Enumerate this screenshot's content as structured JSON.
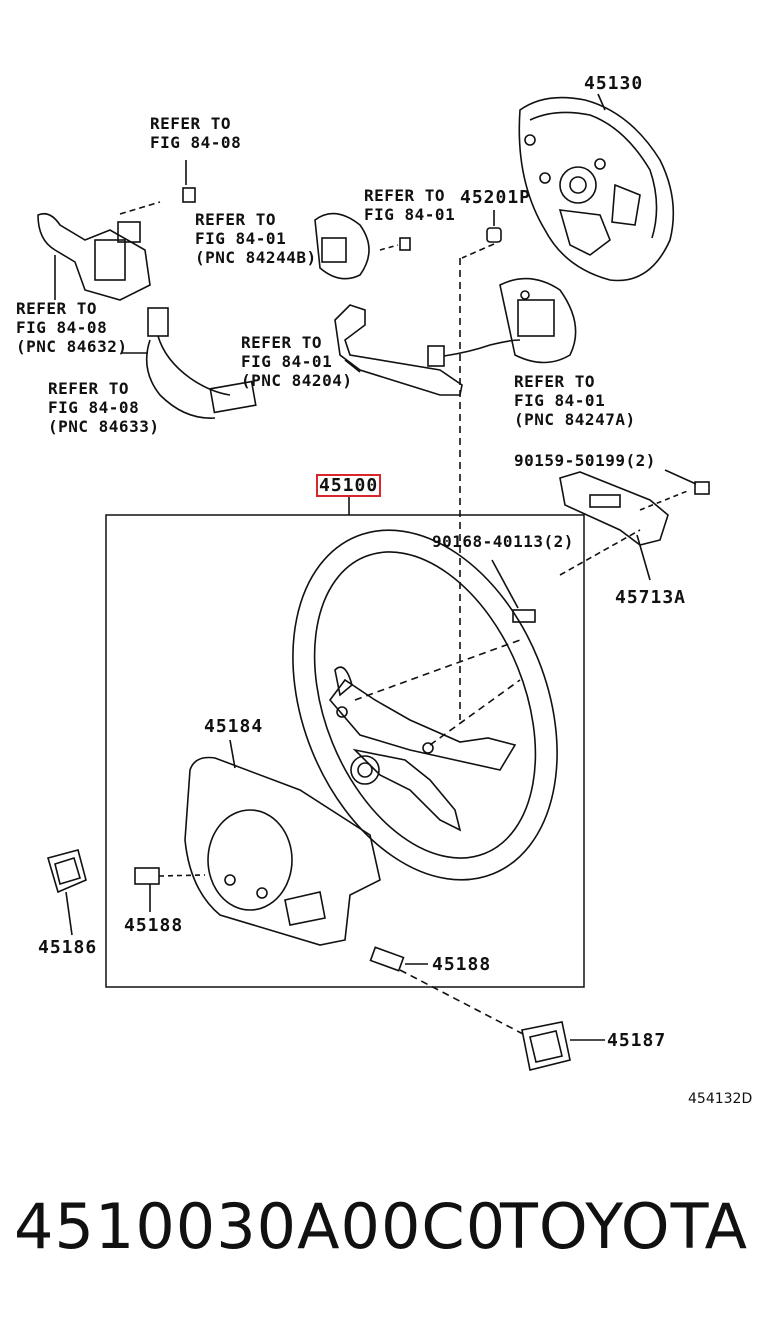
{
  "callouts": {
    "p45130": "45130",
    "p45201p": "45201P",
    "p45100": "45100",
    "p90159": "90159-50199(2)",
    "p90168": "90168-40113(2)",
    "p45713a": "45713A",
    "p45184": "45184",
    "p45188a": "45188",
    "p45188b": "45188",
    "p45186": "45186",
    "p45187": "45187"
  },
  "references": {
    "r1": [
      "REFER TO",
      "FIG 84-08"
    ],
    "r2": [
      "REFER TO",
      "FIG 84-01",
      "(PNC 84244B)"
    ],
    "r3": [
      "REFER TO",
      "FIG 84-01"
    ],
    "r4": [
      "REFER TO",
      "FIG 84-08",
      "(PNC 84632)"
    ],
    "r5": [
      "REFER TO",
      "FIG 84-01",
      "(PNC 84204)"
    ],
    "r6": [
      "REFER TO",
      "FIG 84-08",
      "(PNC 84633)"
    ],
    "r7": [
      "REFER TO",
      "FIG 84-01",
      "(PNC 84247A)"
    ]
  },
  "diagram_code": "454132D",
  "footer": {
    "part_number": "4510030A00C0",
    "brand": "TOYOTA"
  },
  "colors": {
    "highlight": "#d9262a"
  }
}
